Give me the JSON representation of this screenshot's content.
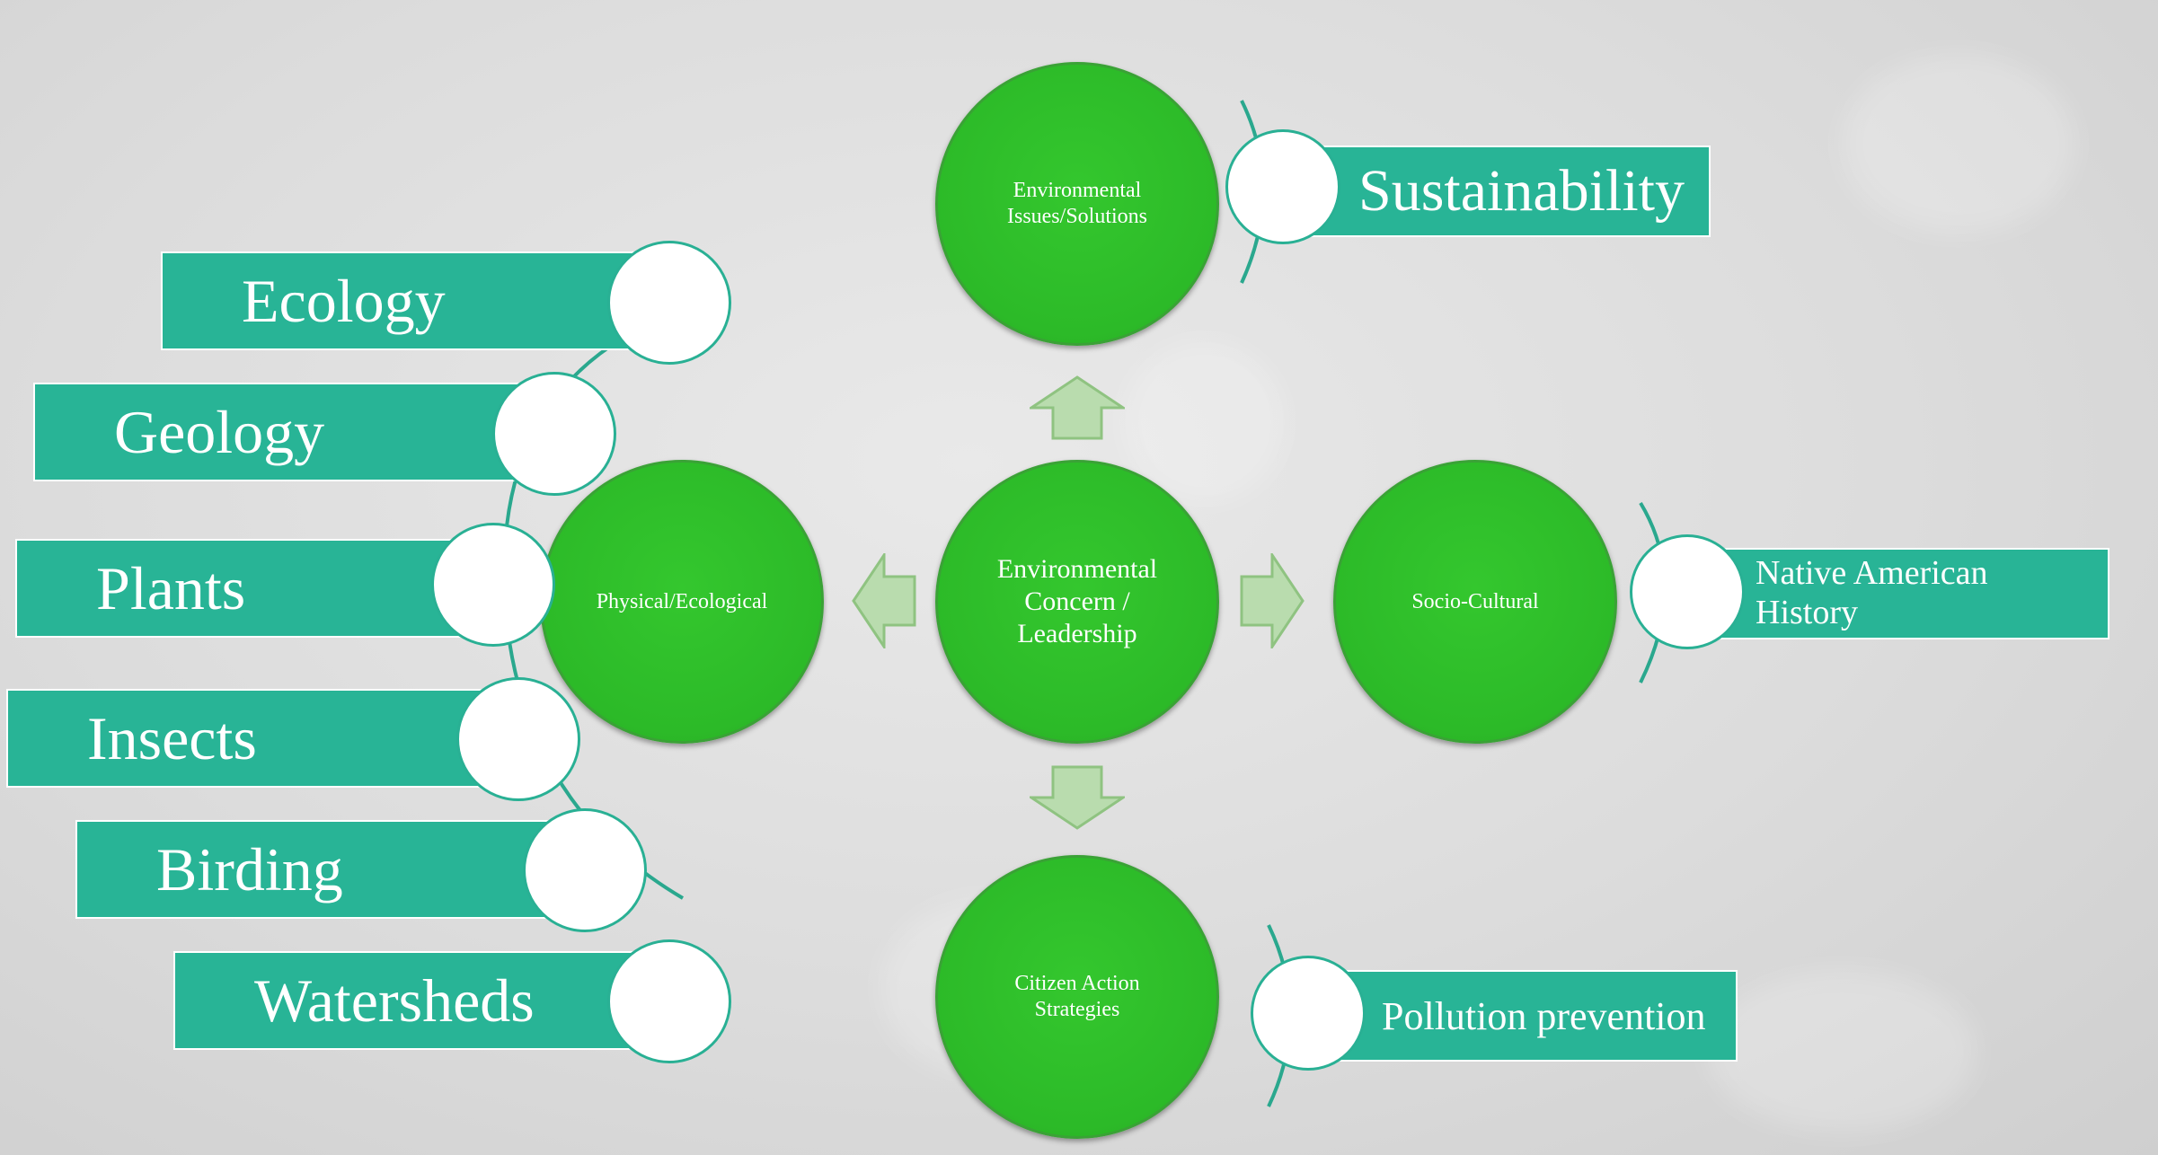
{
  "center": {
    "label": "Environmental Concern / Leadership"
  },
  "top": {
    "label": "Environmental Issues/Solutions"
  },
  "left": {
    "label": "Physical/Ecological"
  },
  "right": {
    "label": "Socio-Cultural"
  },
  "bottom": {
    "label": "Citizen Action Strategies"
  },
  "left_items": [
    "Ecology",
    "Geology",
    "Plants",
    "Insects",
    "Birding",
    "Watersheds"
  ],
  "top_items": [
    "Sustainability"
  ],
  "right_items": [
    "Native American History"
  ],
  "bottom_items": [
    "Pollution prevention"
  ],
  "colors": {
    "circle_green": "#2cba28",
    "bar_teal": "#28b496",
    "arrow_green": "#b9dcae",
    "background": "#dcdcdc"
  }
}
